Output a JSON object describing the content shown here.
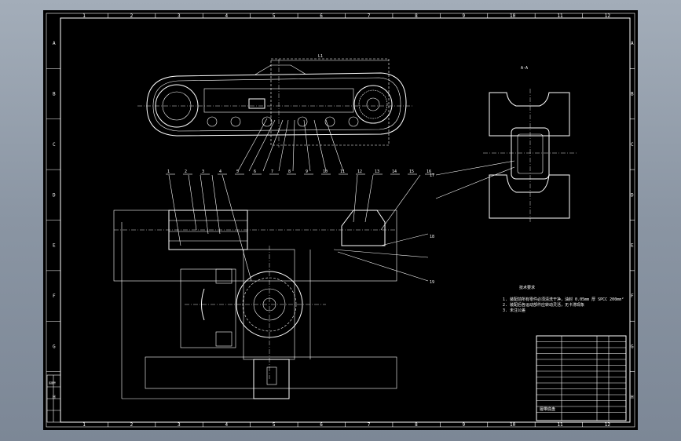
{
  "drawing": {
    "zone_columns": [
      "1",
      "2",
      "3",
      "4",
      "5",
      "6",
      "7",
      "8",
      "9",
      "10",
      "11",
      "12"
    ],
    "zone_rows": [
      "A",
      "B",
      "C",
      "D",
      "E",
      "F",
      "G",
      "H"
    ],
    "top_view_dimension": "L1",
    "callouts_top": [
      "1",
      "2",
      "3",
      "4",
      "5",
      "6",
      "7",
      "8",
      "9",
      "10",
      "11",
      "12",
      "13",
      "14",
      "15",
      "16",
      "17",
      "18",
      "19"
    ],
    "callouts_side": [
      "17",
      "18",
      "19"
    ],
    "section_mark": "A-A",
    "notes_title": "技术要求",
    "notes": [
      "1. 装配前所有零件必须清洗干净，油封 0.05mm 厚 SPCC 200mm²",
      "2. 装配后各运动部件应转动灵活，无卡滞现象",
      "3. 未注公差"
    ],
    "title_block_label": "履带底盘",
    "left_strip_label": "底图号"
  },
  "colors": {
    "sheet": "#000000",
    "lines": "#ffffff",
    "background_top": "#a3adb9",
    "background_bottom": "#7c8796"
  }
}
